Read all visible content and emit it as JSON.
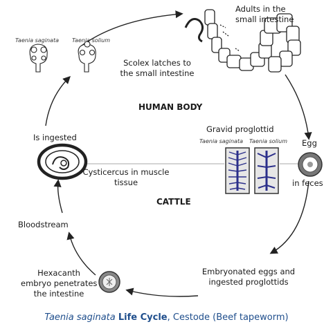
{
  "labels": {
    "adults": [
      "Adults in the",
      "small intestine"
    ],
    "scolex": [
      "Scolex latches to",
      "the small intestine"
    ],
    "human_body": "HUMAN BODY",
    "gravid": "Gravid proglottid",
    "egg": "Egg",
    "in_feces": "in feces",
    "is_ingested": "Is ingested",
    "cysticercus": [
      "Cysticercus in muscle",
      "tissue"
    ],
    "cattle": "CATTLE",
    "bloodstream": "Bloodstream",
    "embryonated": [
      "Embryonated eggs and",
      "ingested proglottids"
    ],
    "hexacanth": [
      "Hexacanth",
      "embryo penetrates",
      "the intestine"
    ],
    "species_saginata": "Taenia saginata",
    "species_solium": "Taenia solium"
  },
  "caption": {
    "species": "Taenia saginata",
    "life_cycle": "Life Cycle",
    "rest": ", Cestode (Beef tapeworm)"
  },
  "colors": {
    "caption": "#1f4e8c",
    "proglottid_branches": "#2b2f8a"
  }
}
